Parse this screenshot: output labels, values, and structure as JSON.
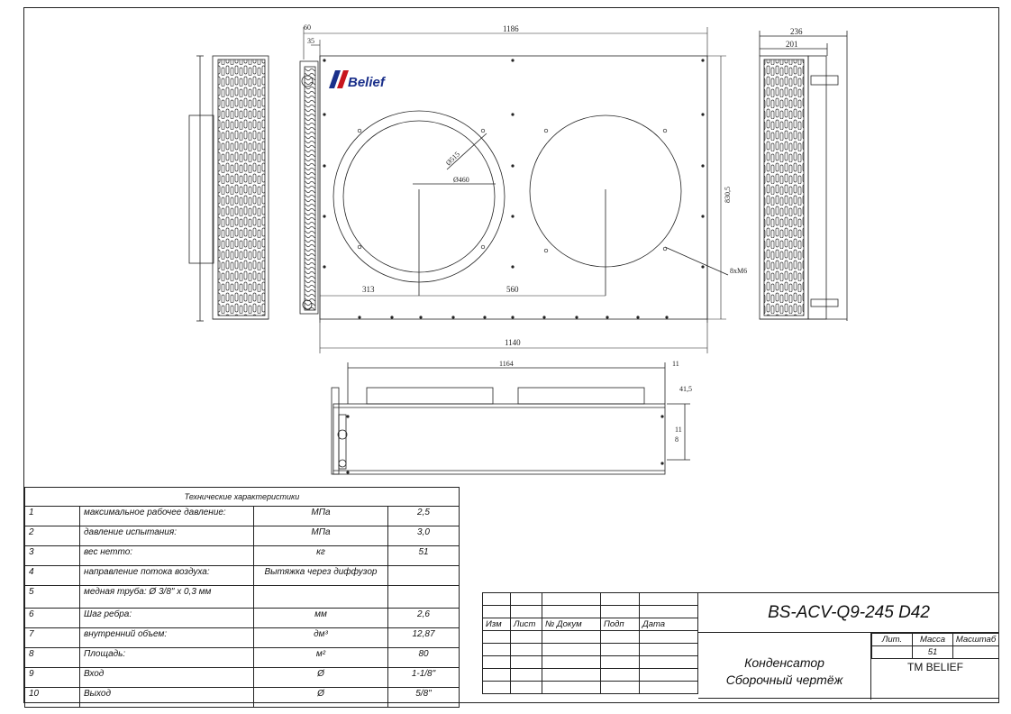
{
  "logo": {
    "text": "Belief"
  },
  "dimensions": {
    "top_60": "60",
    "top_35": "35",
    "width_1186": "1186",
    "side_236": "236",
    "side_201": "201",
    "diam_515": "Ø515",
    "diam_460": "Ø460",
    "height_830": "830,5",
    "holes_m6": "8хМ6",
    "offset_313": "313",
    "spacing_560": "560",
    "width_1140": "1140",
    "bottom_1164": "1164",
    "bottom_11": "11",
    "bottom_41": "41,5",
    "bottom_11b": "11",
    "bottom_8": "8"
  },
  "tech_table": {
    "title": "Технические характеристики",
    "rows": [
      {
        "num": "1",
        "name": "максимальное рабочее давление:",
        "unit": "МПа",
        "value": "2,5"
      },
      {
        "num": "2",
        "name": "давление испытания:",
        "unit": "МПа",
        "value": "3,0"
      },
      {
        "num": "3",
        "name": "вес нетто:",
        "unit": "кг",
        "value": "51"
      },
      {
        "num": "4",
        "name": "направление потока воздуха:",
        "unit": "Вытяжка через диффузор",
        "value": ""
      },
      {
        "num": "5",
        "name": "медная труба: Ø 3/8\" х 0,3 мм",
        "unit": "",
        "value": ""
      },
      {
        "num": "6",
        "name": "Шаг ребра:",
        "unit": "мм",
        "value": "2,6"
      },
      {
        "num": "7",
        "name": "внутренний объем:",
        "unit": "дм³",
        "value": "12,87"
      },
      {
        "num": "8",
        "name": "Площадь:",
        "unit": "м²",
        "value": "80"
      },
      {
        "num": "9",
        "name": "Вход",
        "unit": "Ø",
        "value": "1-1/8\""
      },
      {
        "num": "10",
        "name": "Выход",
        "unit": "Ø",
        "value": "5/8\""
      }
    ]
  },
  "title_block": {
    "headers": {
      "izm": "Изм",
      "list": "Лист",
      "doc": "№ Докум",
      "sign": "Подп",
      "date": "Дата"
    },
    "code": "BS-ACV-Q9-245 D42",
    "name_line1": "Конденсатор",
    "name_line2": "Сборочный чертёж",
    "lit": "Лит.",
    "mass": "Масса",
    "scale": "Масштаб",
    "mass_value": "51",
    "owner": "ТМ BELIEF"
  }
}
